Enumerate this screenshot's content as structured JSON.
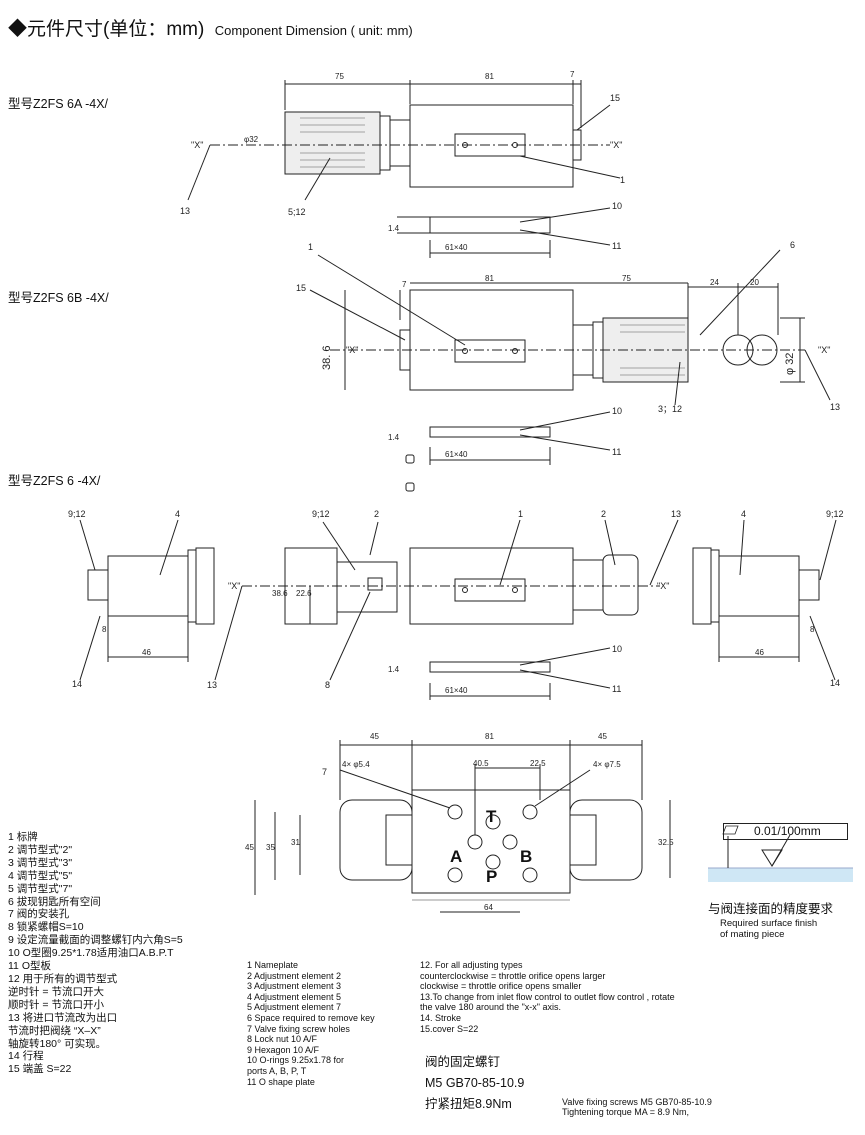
{
  "header": {
    "title_cn": "◆元件尺寸(单位：mm)",
    "title_en": "Component Dimension ( unit: mm)"
  },
  "models": {
    "a": "型号Z2FS 6A -4X/",
    "b": "型号Z2FS 6B -4X/",
    "c": "型号Z2FS 6 -4X/"
  },
  "drawing": {
    "dim_75": "75",
    "dim_81": "81",
    "dim_7": "7",
    "dim_24": "24",
    "dim_20": "20",
    "dim_45": "45",
    "dim_40_5": "40.5",
    "dim_22_5": "22.5",
    "dim_64": "64",
    "dim_46": "46",
    "dim_8": "8",
    "dim_14": "1.4",
    "dim_61x40": "61×40",
    "dim_386": "38. 6",
    "dim_386b": "38.6",
    "dim_226": "22.6",
    "dim_phi32": "φ 32",
    "dim_phi32s": "φ32",
    "dim_35": "35",
    "dim_31": "31",
    "dim_325": "32.5",
    "holes_54": "4× φ5.4",
    "holes_75": "4× φ7.5",
    "x_label": "\"X\"",
    "port_t": "T",
    "port_a": "A",
    "port_b": "B",
    "port_p": "P",
    "c1": "1",
    "c2": "2",
    "c3": "3",
    "c4": "4",
    "c5": "5",
    "c6": "6",
    "c7": "7",
    "c8": "8",
    "c9": "9",
    "c10": "10",
    "c11": "11",
    "c13": "13",
    "c14": "14",
    "c15": "15",
    "c512": "5;12",
    "c312": "3；12",
    "c912": "9;12"
  },
  "legend_cn": [
    "1 标牌",
    "2 调节型式\"2\"",
    "3 调节型式\"3\"",
    "4 调节型式\"5\"",
    "5 调节型式\"7\"",
    "6 拔现钥匙所有空间",
    "7 阀的安装孔",
    "8 锁紧螺帽S=10",
    "9 设定流量截面的调整螺钉内六角S=5",
    "10 O型圈9.25*1.78适用油口A.B.P.T",
    "11 O型板",
    "12 用于所有的调节型式",
    "逆时针 = 节流口开大",
    "顺时针 = 节流口开小",
    "13 将进口节流改为出口",
    "节流时把阀绕 “X–X”",
    "轴旋转180° 可实现。",
    "14 行程",
    "15 端盖 S=22"
  ],
  "legend_en": [
    "1 Nameplate",
    "2 Adjustment element 2",
    "3 Adjustment element 3",
    "4 Adjustment element 5",
    "5 Adjustment element 7",
    "6 Space required to remove key",
    "7 Valve fixing screw holes",
    "8 Lock nut 10 A/F",
    "9 Hexagon 10 A/F",
    "10 O-rings 9.25x1.78 for",
    "ports A, B, P, T",
    "11 O shape plate"
  ],
  "notes": [
    "12. For all adjusting types",
    "  counterclockwise = throttle orifice opens larger",
    "clockwise = throttle orifice opens smaller",
    "13.To change from inlet flow control to outlet flow control , rotate",
    "the valve 180 around the \"x-x\" axis.",
    "14. Stroke",
    "15.cover S=22"
  ],
  "screws": {
    "title": "阀的固定螺钉",
    "spec": "M5 GB70-85-10.9",
    "torque": "拧紧扭矩8.9Nm",
    "en1": "Valve fixing screws M5 GB70-85-10.9",
    "en2": "Tightening torque MA = 8.9 Nm,"
  },
  "finish": {
    "tolerance": "0.01/100mm",
    "cn": "与阀连接面的精度要求",
    "en1": "Required surface finish",
    "en2": "of mating piece"
  }
}
